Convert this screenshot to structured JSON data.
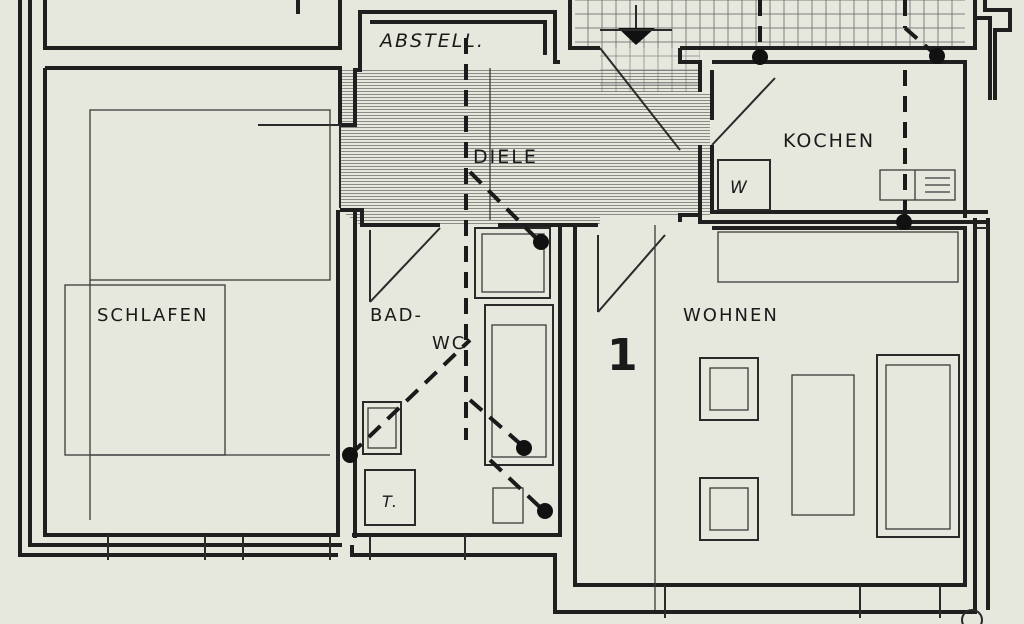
{
  "rooms": {
    "abstell": "ABSTELL.",
    "diele": "DIELE",
    "kochen": "KOCHEN",
    "schlafen": "SCHLAFEN",
    "bad": "BAD-",
    "wc": "WC",
    "wohnen": "WOHNEN"
  },
  "unit_number": "1",
  "fixtures": {
    "washer_mark": "W",
    "dryer_mark": "T."
  },
  "colors": {
    "paper": "#e6e7dd",
    "ink": "#1f1f1f"
  }
}
